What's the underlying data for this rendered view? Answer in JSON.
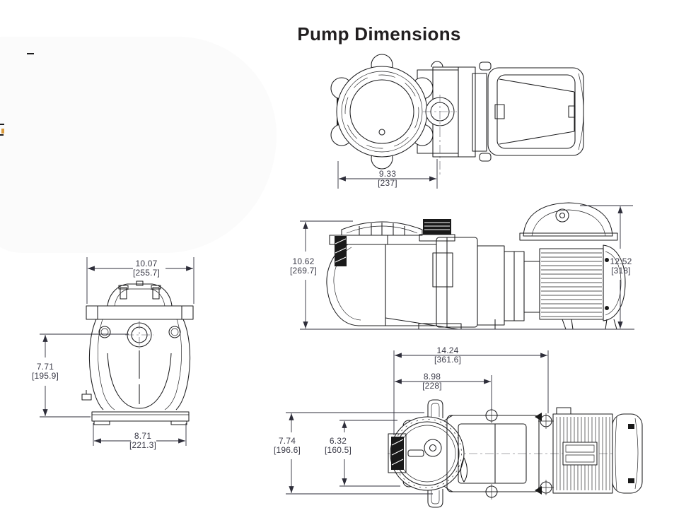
{
  "title": "Pump Dimensions",
  "views": {
    "top": {
      "width": {
        "inches": "9.33",
        "mm": "[237]"
      }
    },
    "side": {
      "pot_height": {
        "inches": "10.62",
        "mm": "[269.7]"
      },
      "overall_height": {
        "inches": "12.52",
        "mm": "[318]"
      }
    },
    "front": {
      "width": {
        "inches": "10.07",
        "mm": "[255.7]"
      },
      "center_height": {
        "inches": "7.71",
        "mm": "[195.9]"
      },
      "base_width": {
        "inches": "8.71",
        "mm": "[221.3]"
      }
    },
    "bottom": {
      "overall_length": {
        "inches": "14.24",
        "mm": "[361.6]"
      },
      "pump_length": {
        "inches": "8.98",
        "mm": "[228]"
      },
      "overall_width": {
        "inches": "7.74",
        "mm": "[196.6]"
      },
      "lid_width": {
        "inches": "6.32",
        "mm": "[160.5]"
      }
    }
  }
}
